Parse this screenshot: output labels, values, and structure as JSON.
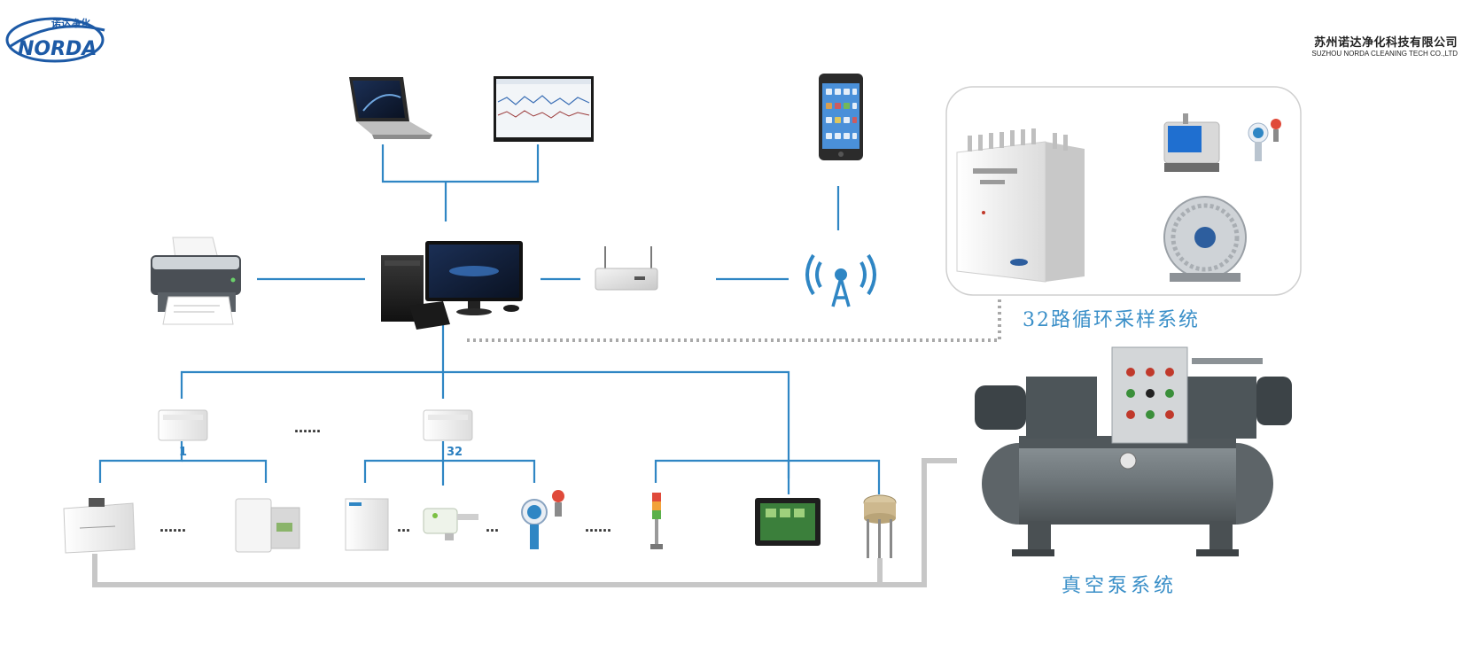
{
  "logo": {
    "brand_en": "NORDA",
    "brand_cn": "诺达净化"
  },
  "company": {
    "name_cn": "苏州诺达净化科技有限公司",
    "name_en": "SUZHOU NORDA CLEANING TECH CO.,LTD"
  },
  "labels": {
    "sampling_system": "32路循环采样系统",
    "vacuum_system": "真空泵系统",
    "module_1": "1",
    "module_32": "32",
    "ellipsis_modules": "……",
    "ellipsis_a": "……",
    "ellipsis_b": "…",
    "ellipsis_c": "…",
    "ellipsis_d": "……"
  },
  "colors": {
    "line_blue": "#2f86c4",
    "gray_pipe": "#c7c7c7",
    "dotted": "#a9a9a9",
    "accent_blue": "#3a8fc8"
  }
}
